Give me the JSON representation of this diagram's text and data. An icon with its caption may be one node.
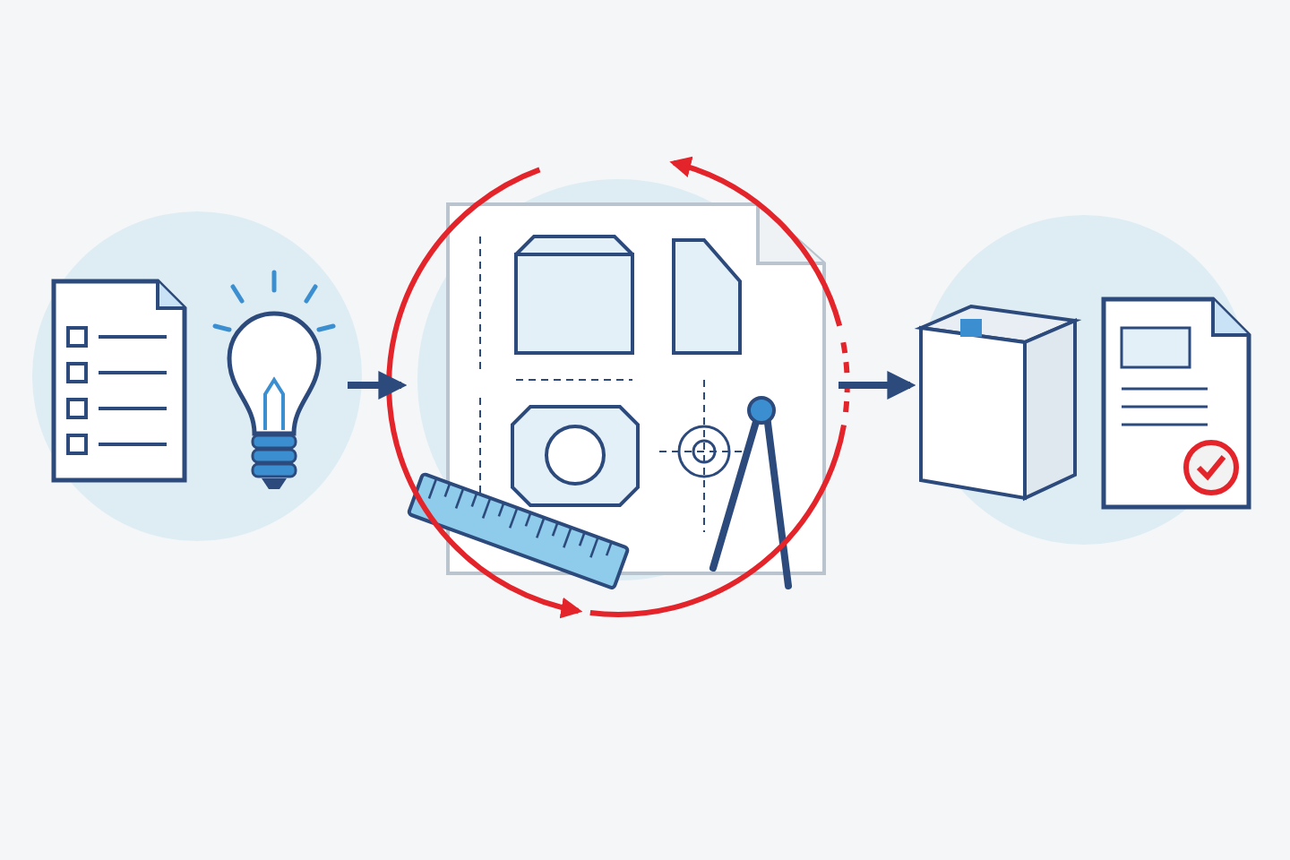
{
  "diagram": {
    "nodes": [
      {
        "text": [],
        "shape": "picture"
      },
      {
        "text": [],
        "shape": "picture"
      },
      {
        "text": [],
        "shape": "picture"
      },
      {
        "text": [],
        "shape": "box"
      },
      {
        "text": [],
        "shape": "picture"
      }
    ],
    "edges": [
      {
        "from": 1,
        "to": 2,
        "arrow": "to"
      },
      {
        "from": 2,
        "to": 3,
        "arrow": "to"
      }
    ]
  }
}
